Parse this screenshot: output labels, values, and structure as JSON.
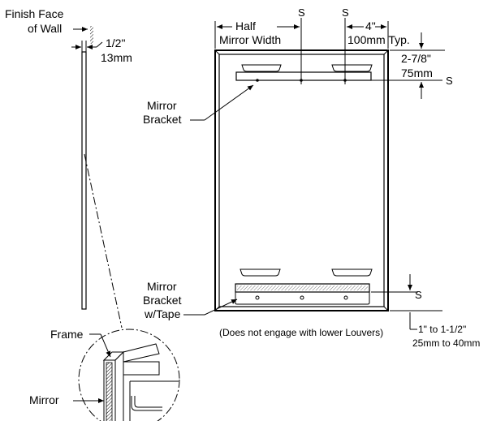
{
  "labels": {
    "finish_face_line1": "Finish Face",
    "finish_face_line2": "of Wall",
    "wall_thickness_in": "1/2\"",
    "wall_thickness_mm": "13mm",
    "half_mirror_line1": "Half",
    "half_mirror_line2": "Mirror Width",
    "s_top_left": "S",
    "s_top_right": "S",
    "typ_in": "4\"",
    "typ_mm": "100mm Typ.",
    "bracket_offset_in": "2-7/8\"",
    "bracket_offset_mm": "75mm",
    "s_right_upper": "S",
    "mirror_bracket_line1": "Mirror",
    "mirror_bracket_line2": "Bracket",
    "mirror_bracket_tape_line1": "Mirror",
    "mirror_bracket_tape_line2": "Bracket",
    "mirror_bracket_tape_line3": "w/Tape",
    "s_right_lower": "S",
    "lower_note": "(Does not engage with lower Louvers)",
    "lower_gap_in": "1\" to 1-1/2\"",
    "lower_gap_mm": "25mm to 40mm",
    "frame_label": "Frame",
    "mirror_label": "Mirror"
  }
}
